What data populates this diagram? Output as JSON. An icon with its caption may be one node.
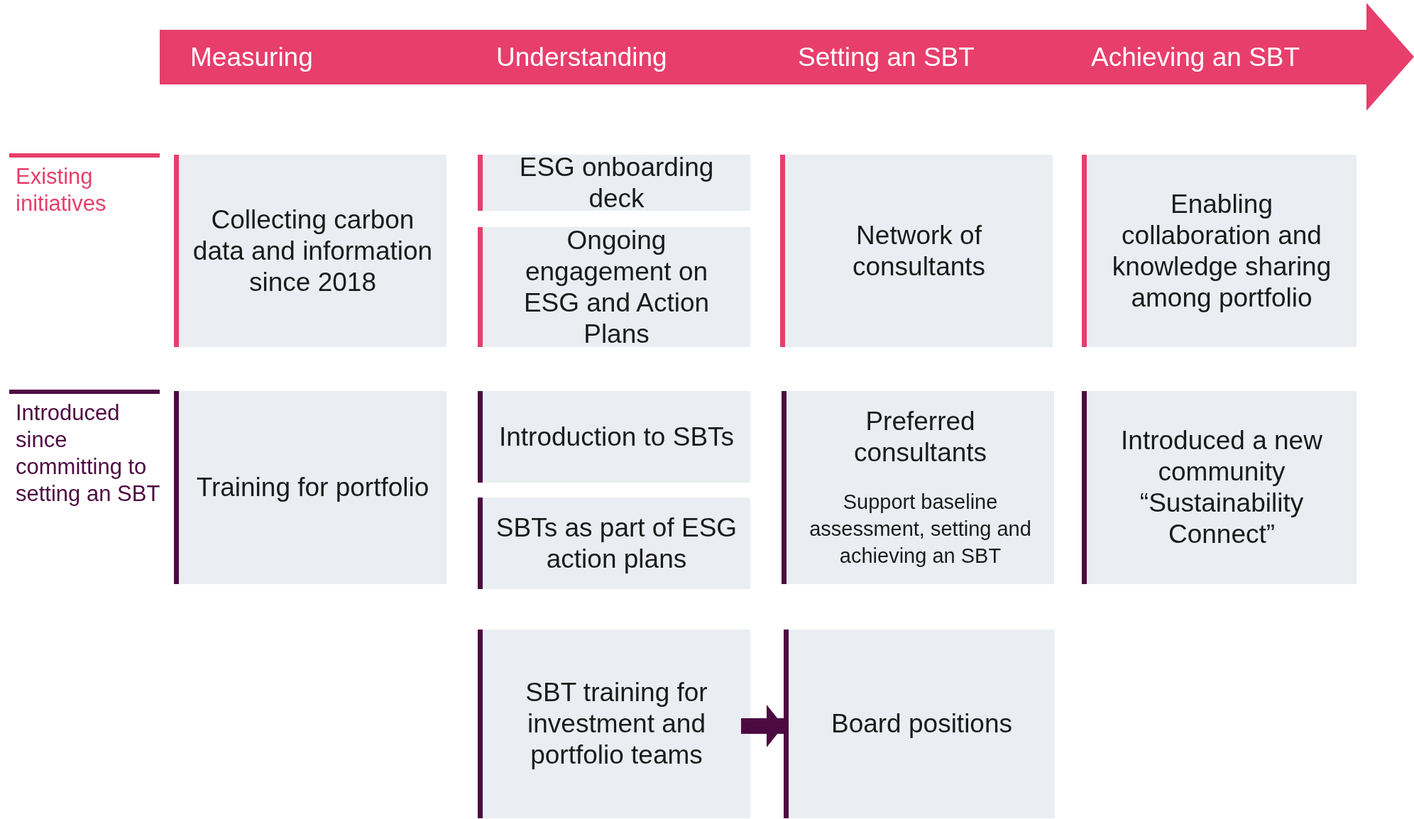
{
  "diagram": {
    "nodes": [
      {
        "text": [
          "Measuring",
          "Understanding",
          "Setting an SBT",
          "Achieving an SBT"
        ]
      },
      {
        "text": [
          "Collecting carbon data and information since 2018"
        ]
      },
      {
        "text": [
          "ESG onboarding deck"
        ]
      },
      {
        "text": [
          "Ongoing engagement on ESG and Action Plans"
        ]
      },
      {
        "text": [
          "Network of consultants"
        ]
      },
      {
        "text": [
          "Enabling collaboration and knowledge sharing among portfolio"
        ]
      },
      {
        "text": [
          "Training for portfolio"
        ]
      },
      {
        "text": [
          "Introduction to SBTs"
        ]
      },
      {
        "text": [
          "SBTs as part of ESG action plans"
        ]
      },
      {
        "text": [
          "Preferred consultants",
          "Support baseline assessment, setting and achieving an SBT"
        ]
      },
      {
        "text": [
          "Introduced a new community “Sustainability Connect”"
        ]
      },
      {
        "text": [
          "SBT training for investment and portfolio teams"
        ]
      },
      {
        "text": [
          "Board positions"
        ]
      }
    ],
    "edges": [
      {
        "from": 11,
        "to": 12,
        "arrow": "to"
      }
    ],
    "labels": [
      "Existing initiatives",
      "Introduced since committing to setting an SBT"
    ]
  }
}
